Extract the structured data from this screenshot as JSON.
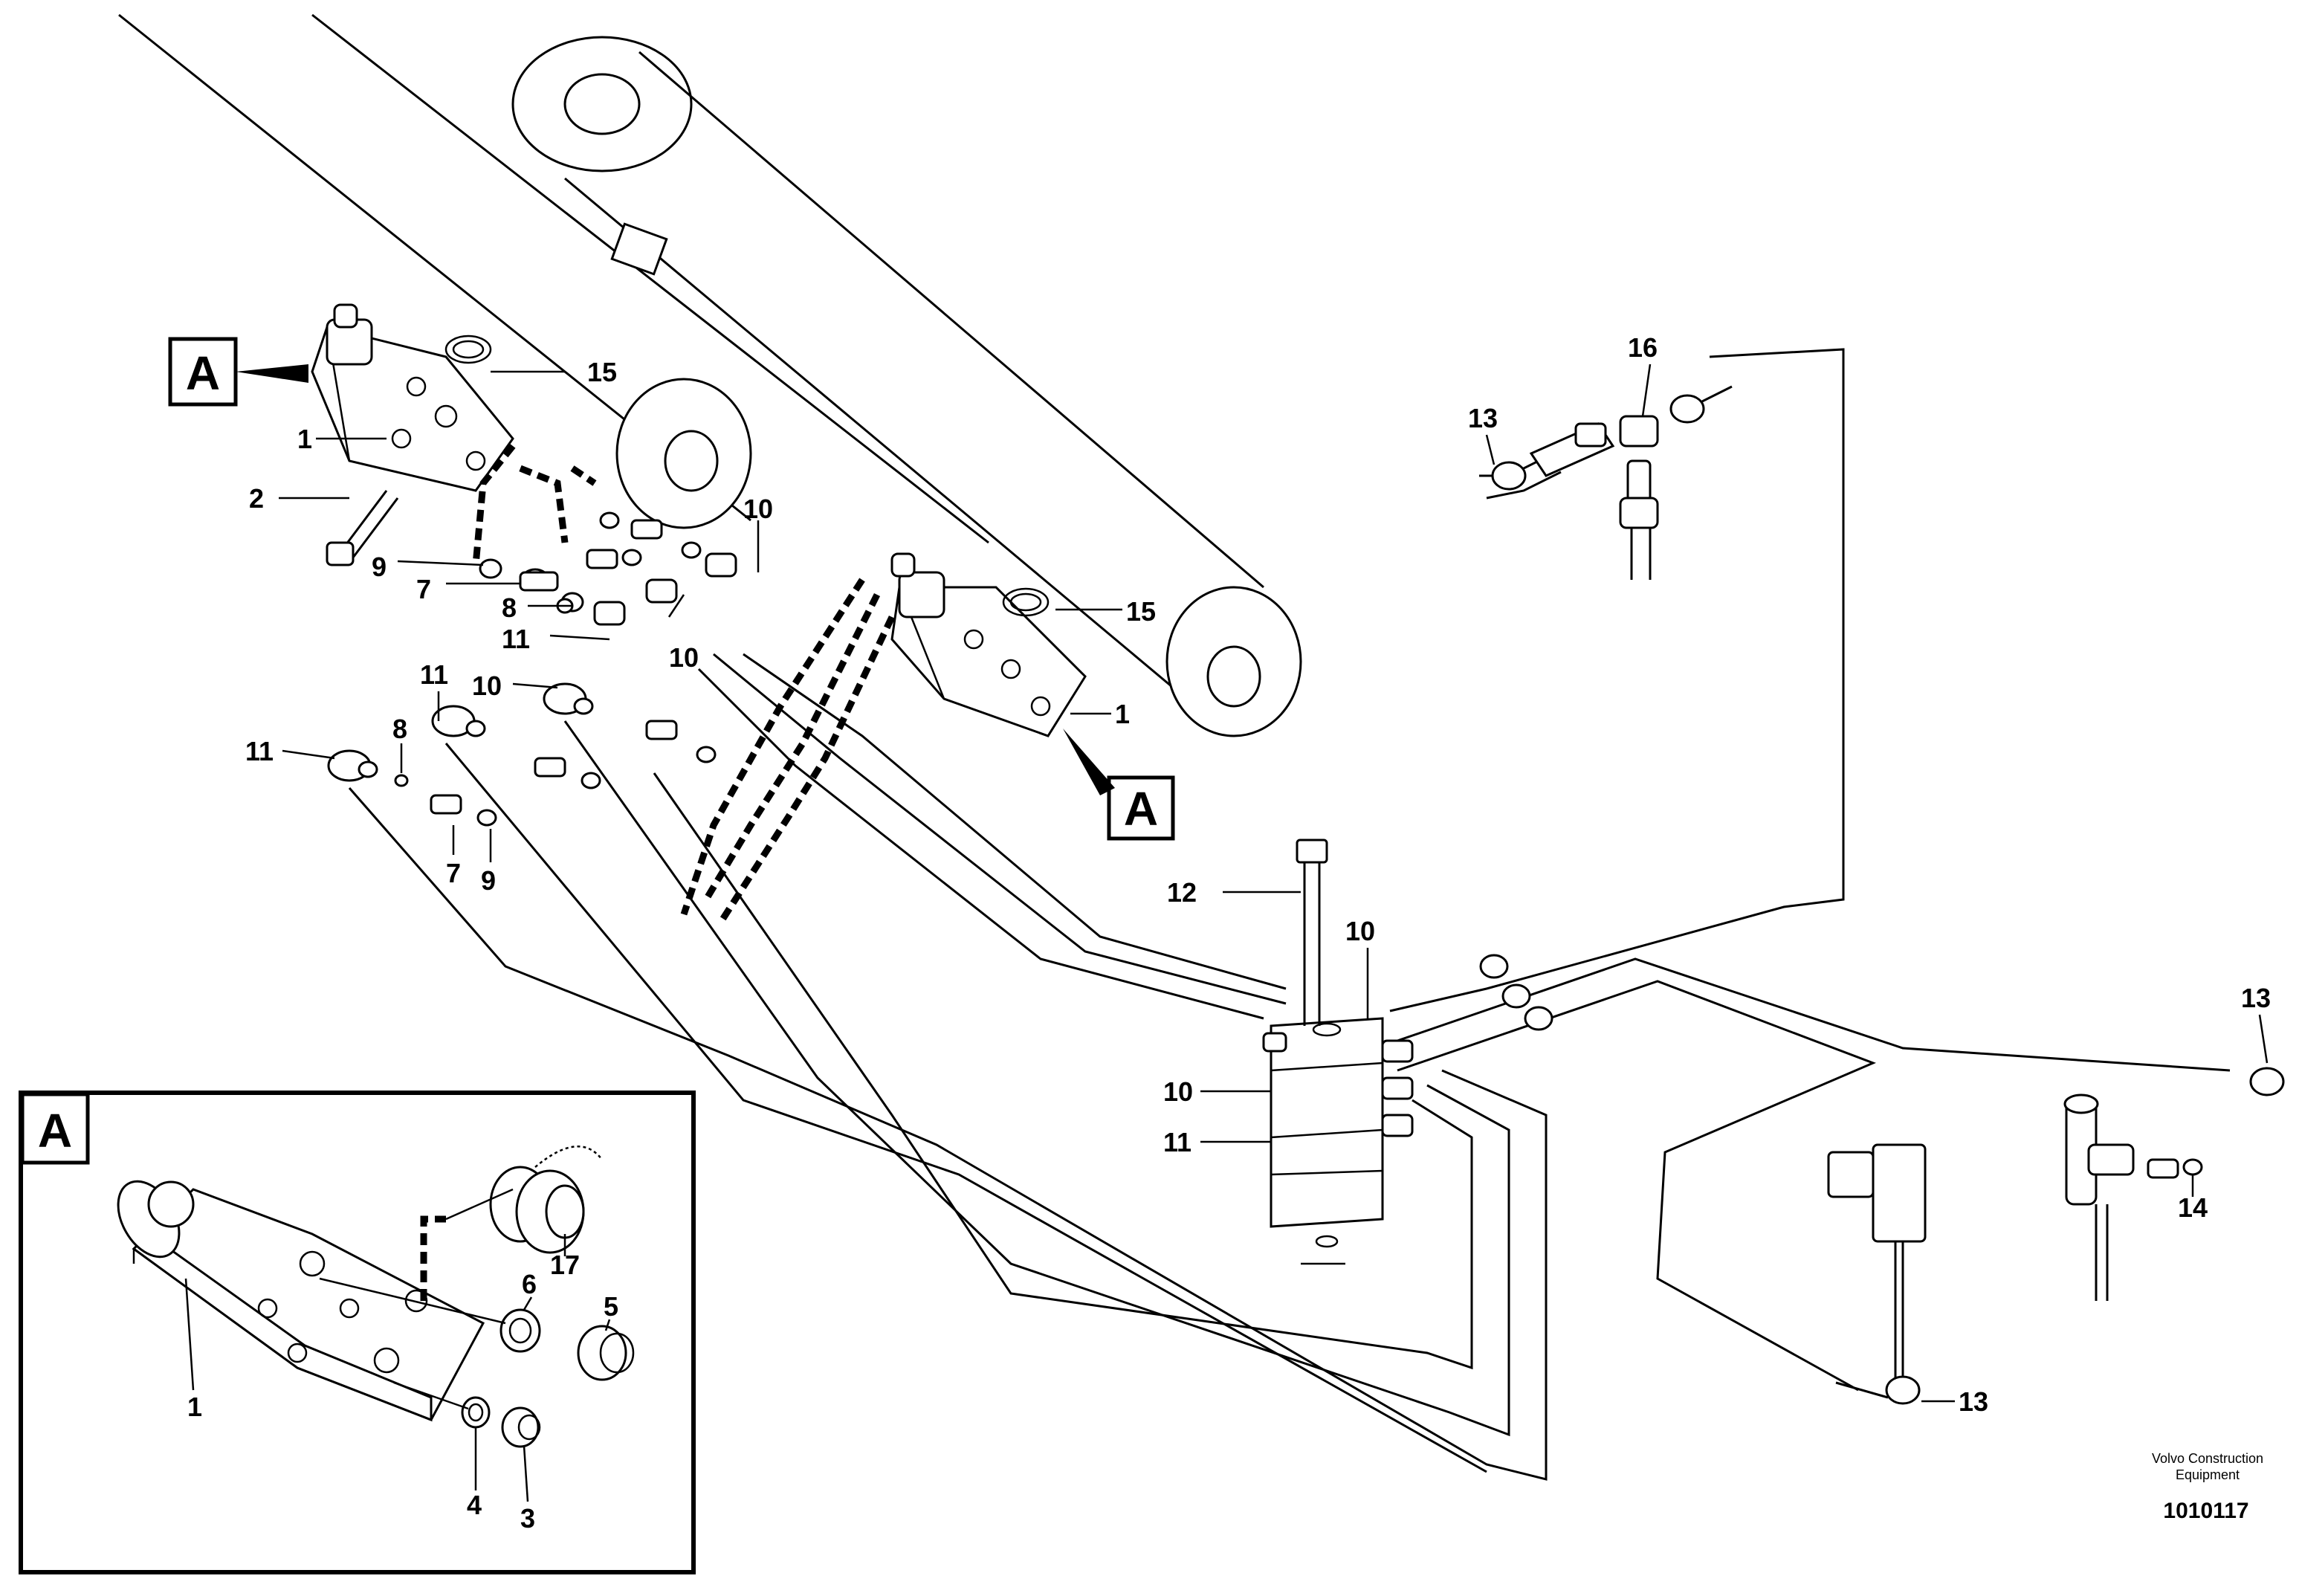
{
  "ref_labels": {
    "main_A": "A",
    "lower_A": "A",
    "detail_A": "A"
  },
  "callouts": [
    {
      "id": "c15a",
      "text": "15"
    },
    {
      "id": "c1a",
      "text": "1"
    },
    {
      "id": "c2",
      "text": "2"
    },
    {
      "id": "c9a",
      "text": "9"
    },
    {
      "id": "c7a",
      "text": "7"
    },
    {
      "id": "c8a",
      "text": "8"
    },
    {
      "id": "c11a",
      "text": "11"
    },
    {
      "id": "c10a",
      "text": "10"
    },
    {
      "id": "c10b",
      "text": "10"
    },
    {
      "id": "c15b",
      "text": "15"
    },
    {
      "id": "c1b",
      "text": "1"
    },
    {
      "id": "c10c",
      "text": "10"
    },
    {
      "id": "c11b",
      "text": "11"
    },
    {
      "id": "c11c",
      "text": "11"
    },
    {
      "id": "c8b",
      "text": "8"
    },
    {
      "id": "c7b",
      "text": "7"
    },
    {
      "id": "c9b",
      "text": "9"
    },
    {
      "id": "c16",
      "text": "16"
    },
    {
      "id": "c13a",
      "text": "13"
    },
    {
      "id": "c12",
      "text": "12"
    },
    {
      "id": "c10d",
      "text": "10"
    },
    {
      "id": "c10e",
      "text": "10"
    },
    {
      "id": "c11d",
      "text": "11"
    },
    {
      "id": "c13b",
      "text": "13"
    },
    {
      "id": "c14",
      "text": "14"
    },
    {
      "id": "c13c",
      "text": "13"
    },
    {
      "id": "c17",
      "text": "17"
    },
    {
      "id": "c6",
      "text": "6"
    },
    {
      "id": "c5",
      "text": "5"
    },
    {
      "id": "c1c",
      "text": "1"
    },
    {
      "id": "c4",
      "text": "4"
    },
    {
      "id": "c3",
      "text": "3"
    }
  ],
  "footer": {
    "company_line1": "Volvo Construction",
    "company_line2": "Equipment",
    "drawing_number": "1010117"
  }
}
